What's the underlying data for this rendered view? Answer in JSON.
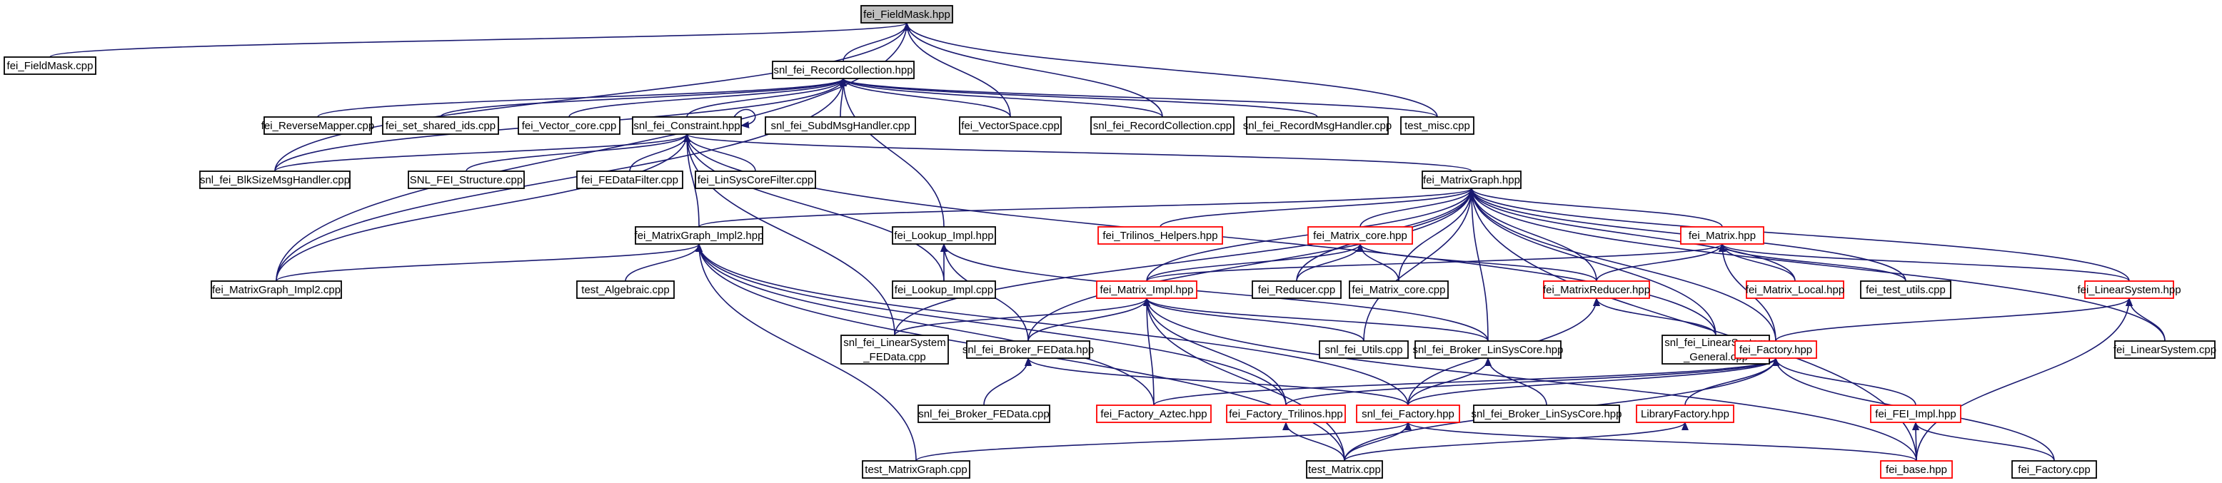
{
  "colors": {
    "edge": "#191970",
    "link_border": "#000000",
    "missing_border": "#ff0000",
    "focus_fill": "#bfbfbf",
    "fill": "#ffffff"
  },
  "nodes": [
    {
      "id": "n0",
      "label": "fei_FieldMask.hpp",
      "style": "focus"
    },
    {
      "id": "n1",
      "label": "fei_FieldMask.cpp",
      "style": "link"
    },
    {
      "id": "n2",
      "label": "snl_fei_RecordCollection.hpp",
      "style": "link"
    },
    {
      "id": "n3",
      "label": "fei_ReverseMapper.cpp",
      "style": "link"
    },
    {
      "id": "n4",
      "label": "fei_set_shared_ids.cpp",
      "style": "link"
    },
    {
      "id": "n5",
      "label": "fei_Vector_core.cpp",
      "style": "link"
    },
    {
      "id": "n6",
      "label": "snl_fei_Constraint.hpp",
      "style": "link"
    },
    {
      "id": "n7",
      "label": "snl_fei_SubdMsgHandler.cpp",
      "style": "link"
    },
    {
      "id": "n8",
      "label": "fei_VectorSpace.cpp",
      "style": "link"
    },
    {
      "id": "n9",
      "label": "snl_fei_RecordCollection.cpp",
      "style": "link"
    },
    {
      "id": "n10",
      "label": "snl_fei_RecordMsgHandler.cpp",
      "style": "link"
    },
    {
      "id": "n11",
      "label": "test_misc.cpp",
      "style": "link"
    },
    {
      "id": "n12",
      "label": "snl_fei_BlkSizeMsgHandler.cpp",
      "style": "link"
    },
    {
      "id": "n13",
      "label": "SNL_FEI_Structure.cpp",
      "style": "link"
    },
    {
      "id": "n14",
      "label": "fei_FEDataFilter.cpp",
      "style": "link"
    },
    {
      "id": "n15",
      "label": "fei_LinSysCoreFilter.cpp",
      "style": "link"
    },
    {
      "id": "n16",
      "label": "fei_MatrixGraph.hpp",
      "style": "link"
    },
    {
      "id": "n17",
      "label": "fei_MatrixGraph_Impl2.hpp",
      "style": "link"
    },
    {
      "id": "n18",
      "label": "fei_Lookup_Impl.hpp",
      "style": "link"
    },
    {
      "id": "n19",
      "label": "fei_Trilinos_Helpers.hpp",
      "style": "missing"
    },
    {
      "id": "n20",
      "label": "fei_Matrix_core.hpp",
      "style": "missing"
    },
    {
      "id": "n21",
      "label": "fei_Matrix.hpp",
      "style": "missing"
    },
    {
      "id": "n22",
      "label": "fei_MatrixGraph_Impl2.cpp",
      "style": "link"
    },
    {
      "id": "n23",
      "label": "test_Algebraic.cpp",
      "style": "link"
    },
    {
      "id": "n24",
      "label": "fei_Lookup_Impl.cpp",
      "style": "link"
    },
    {
      "id": "n25",
      "label": "fei_Matrix_Impl.hpp",
      "style": "missing"
    },
    {
      "id": "n26",
      "label": "fei_Reducer.cpp",
      "style": "link"
    },
    {
      "id": "n27",
      "label": "fei_Matrix_core.cpp",
      "style": "link"
    },
    {
      "id": "n28",
      "label": "fei_MatrixReducer.hpp",
      "style": "missing"
    },
    {
      "id": "n29",
      "label": "fei_Matrix_Local.hpp",
      "style": "missing"
    },
    {
      "id": "n30",
      "label": "fei_test_utils.cpp",
      "style": "link"
    },
    {
      "id": "n31",
      "label": "fei_LinearSystem.hpp",
      "style": "missing"
    },
    {
      "id": "n32",
      "label": [
        "snl_fei_LinearSystem",
        "_FEData.cpp"
      ],
      "style": "link"
    },
    {
      "id": "n33",
      "label": "snl_fei_Broker_FEData.hpp",
      "style": "link"
    },
    {
      "id": "n34",
      "label": "snl_fei_Utils.cpp",
      "style": "link"
    },
    {
      "id": "n35",
      "label": "snl_fei_Broker_LinSysCore.hpp",
      "style": "link"
    },
    {
      "id": "n36",
      "label": [
        "snl_fei_LinearSystem",
        "_General.cpp"
      ],
      "style": "link"
    },
    {
      "id": "n37",
      "label": "fei_Factory.hpp",
      "style": "missing"
    },
    {
      "id": "n38",
      "label": "fei_LinearSystem.cpp",
      "style": "link"
    },
    {
      "id": "n39",
      "label": "snl_fei_Broker_FEData.cpp",
      "style": "link"
    },
    {
      "id": "n40",
      "label": "fei_Factory_Aztec.hpp",
      "style": "missing"
    },
    {
      "id": "n41",
      "label": "fei_Factory_Trilinos.hpp",
      "style": "missing"
    },
    {
      "id": "n42",
      "label": "snl_fei_Factory.hpp",
      "style": "missing"
    },
    {
      "id": "n43",
      "label": "snl_fei_Broker_LinSysCore.hpp",
      "style": "link"
    },
    {
      "id": "n44",
      "label": "LibraryFactory.hpp",
      "style": "missing"
    },
    {
      "id": "n45",
      "label": "fei_FEI_Impl.hpp",
      "style": "missing"
    },
    {
      "id": "n46",
      "label": "test_MatrixGraph.cpp",
      "style": "link"
    },
    {
      "id": "n47",
      "label": "test_Matrix.cpp",
      "style": "link"
    },
    {
      "id": "n48",
      "label": "fei_base.hpp",
      "style": "missing"
    },
    {
      "id": "n49",
      "label": "fei_Factory.cpp",
      "style": "link"
    }
  ]
}
